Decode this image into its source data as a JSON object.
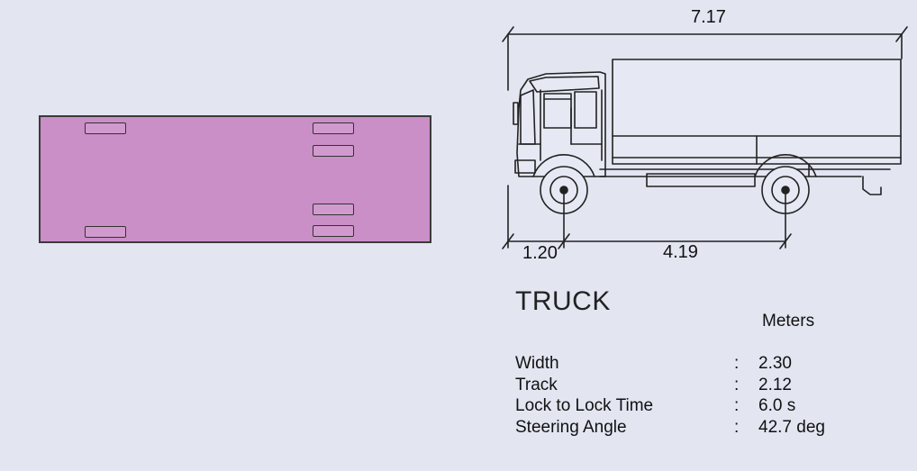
{
  "dimensions": {
    "overall_length": "7.17",
    "front_overhang": "1.20",
    "wheelbase": "4.19"
  },
  "vehicle": {
    "title": "TRUCK",
    "units": "Meters"
  },
  "specs": [
    {
      "label": "Width",
      "sep": ":",
      "value": "2.30"
    },
    {
      "label": "Track",
      "sep": ":",
      "value": "2.12"
    },
    {
      "label": "Lock to Lock Time",
      "sep": ":",
      "value": "6.0 s"
    },
    {
      "label": "Steering Angle",
      "sep": ":",
      "value": "42.7 deg"
    }
  ],
  "colors": {
    "background": "#e3e5f1",
    "plan_fill": "#c98fc6"
  }
}
